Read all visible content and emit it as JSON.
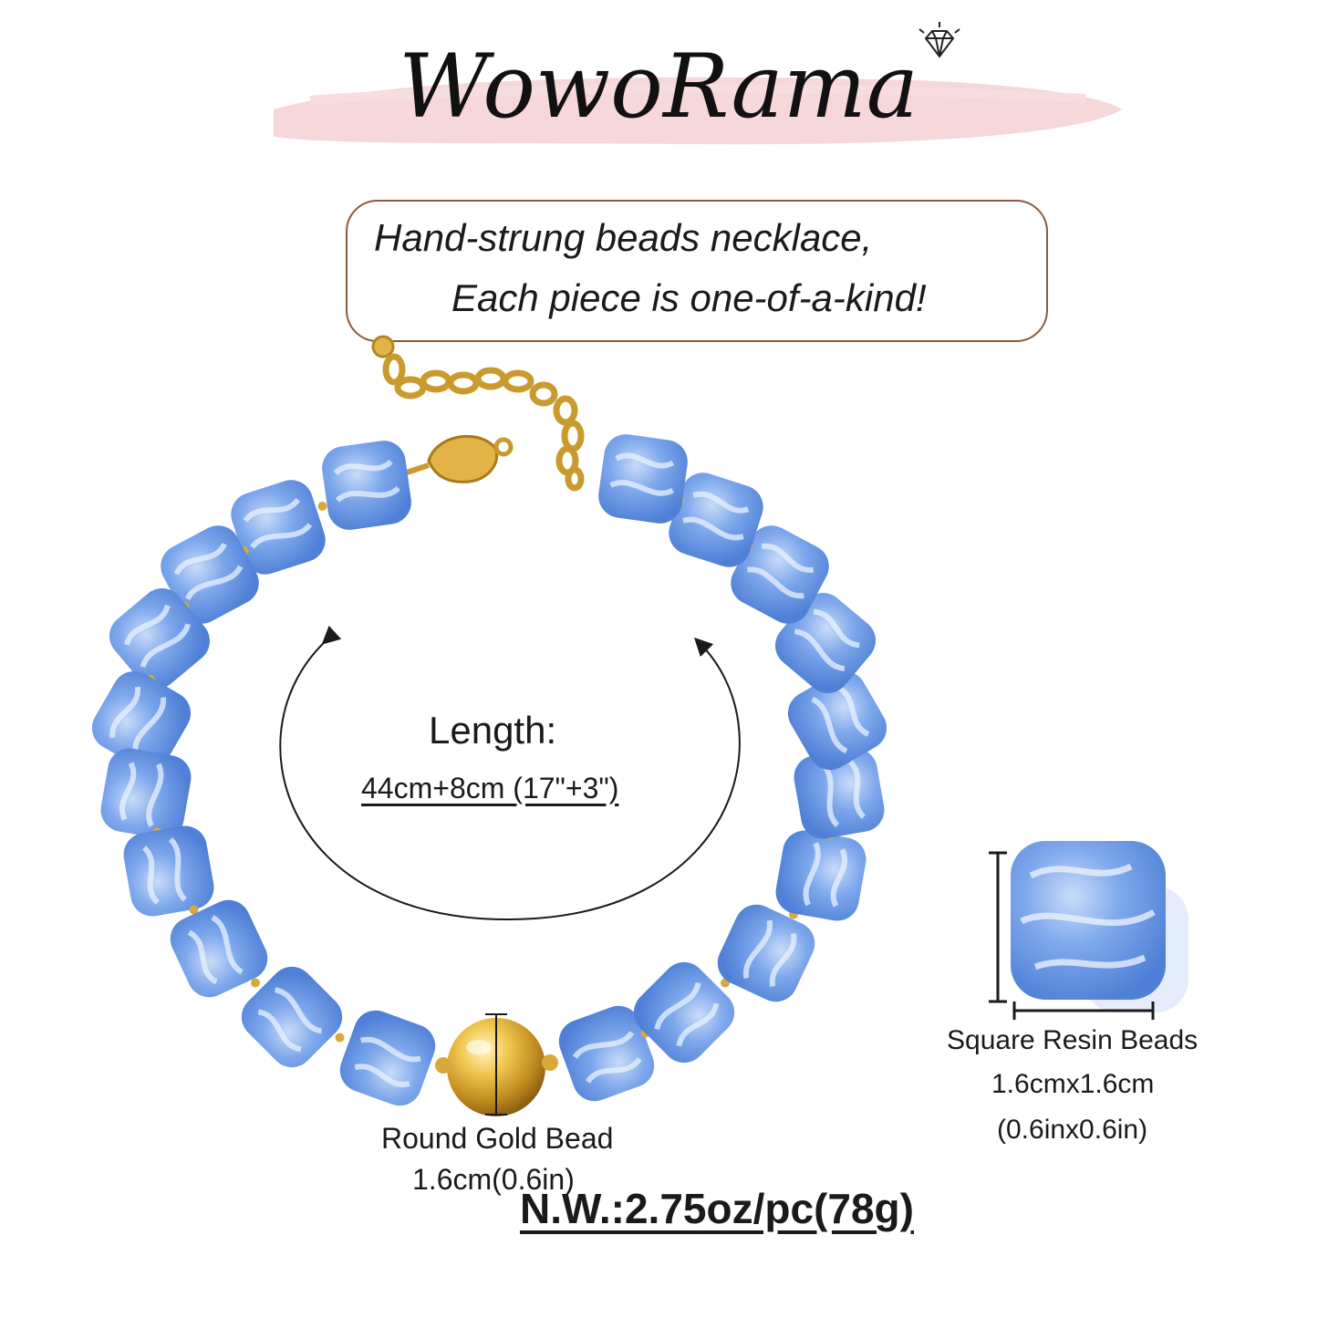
{
  "brand": {
    "logo_text": "WowoRama",
    "colors": {
      "ink": "#1a1a1a",
      "brush": "#f2c4c8",
      "bead_blue": "#6f9fe8",
      "gold": "#d8a93a",
      "callout_border": "#8a5a3a"
    }
  },
  "callout": {
    "line1": "Hand-strung beads necklace,",
    "line2": "Each piece is one-of-a-kind!"
  },
  "length": {
    "title": "Length:",
    "value": "44cm+8cm (17\"+3\")"
  },
  "gold_bead": {
    "label": "Round Gold Bead",
    "size": "1.6cm(0.6in)"
  },
  "square_bead": {
    "label": "Square Resin Beads",
    "size_cm": "1.6cmx1.6cm",
    "size_in": "(0.6inx0.6in)"
  },
  "net_weight": "N.W.:2.75oz/pc(78g)",
  "icons": [
    "diamond-icon",
    "length-arrow-icon",
    "dimension-bracket-icon"
  ]
}
